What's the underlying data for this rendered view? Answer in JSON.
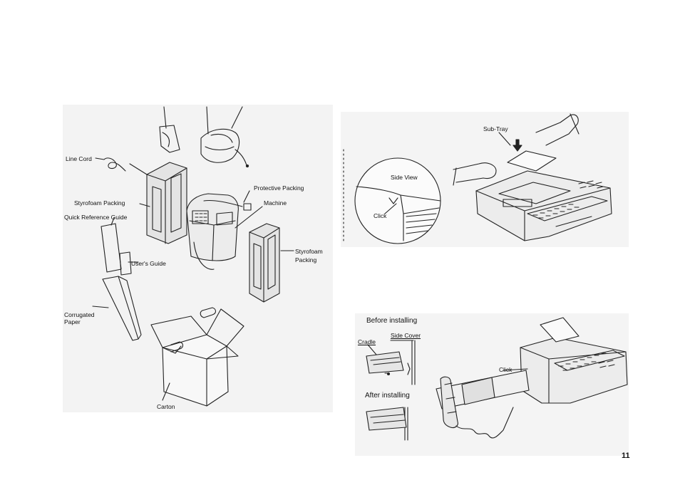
{
  "left_labels": {
    "line_cord": "Line Cord",
    "styrofoam_packing": "Styrofoam Packing",
    "quick_reference_guide": "Quick Reference Guide",
    "users_guide": "User's Guide",
    "corrugated_paper": "Corrugated\nPaper",
    "carton": "Carton",
    "protective_packing": "Protective Packing",
    "machine": "Machine",
    "styrofoam_packing_right_1": "Styrofoam",
    "styrofoam_packing_right_2": "Packing"
  },
  "right_top_labels": {
    "side_view": "Side View",
    "click": "Click",
    "sub_tray": "Sub-Tray"
  },
  "right_bottom_labels": {
    "before_installing": "Before installing",
    "cradle": "Cradle",
    "side_cover": "Side Cover",
    "after_installing": "After installing",
    "click": "Click"
  },
  "page_number": "11"
}
